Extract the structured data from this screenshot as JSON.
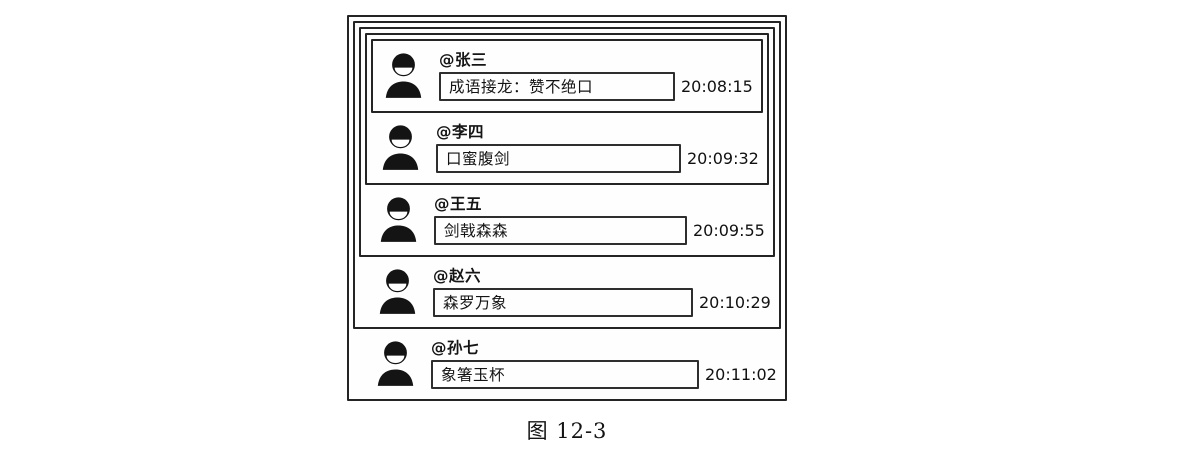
{
  "figure": {
    "caption": "图 12-3",
    "description_colors": {
      "ink": "#1c1c1c",
      "paper": "#ffffff"
    },
    "avatar_icon": "person-smiling-icon",
    "messages": [
      {
        "name": "@张三",
        "text": "成语接龙：赞不绝口",
        "time": "20:08:15"
      },
      {
        "name": "@李四",
        "text": "口蜜腹剑",
        "time": "20:09:32"
      },
      {
        "name": "@王五",
        "text": "剑戟森森",
        "time": "20:09:55"
      },
      {
        "name": "@赵六",
        "text": "森罗万象",
        "time": "20:10:29"
      },
      {
        "name": "@孙七",
        "text": "象箸玉杯",
        "time": "20:11:02"
      }
    ]
  }
}
